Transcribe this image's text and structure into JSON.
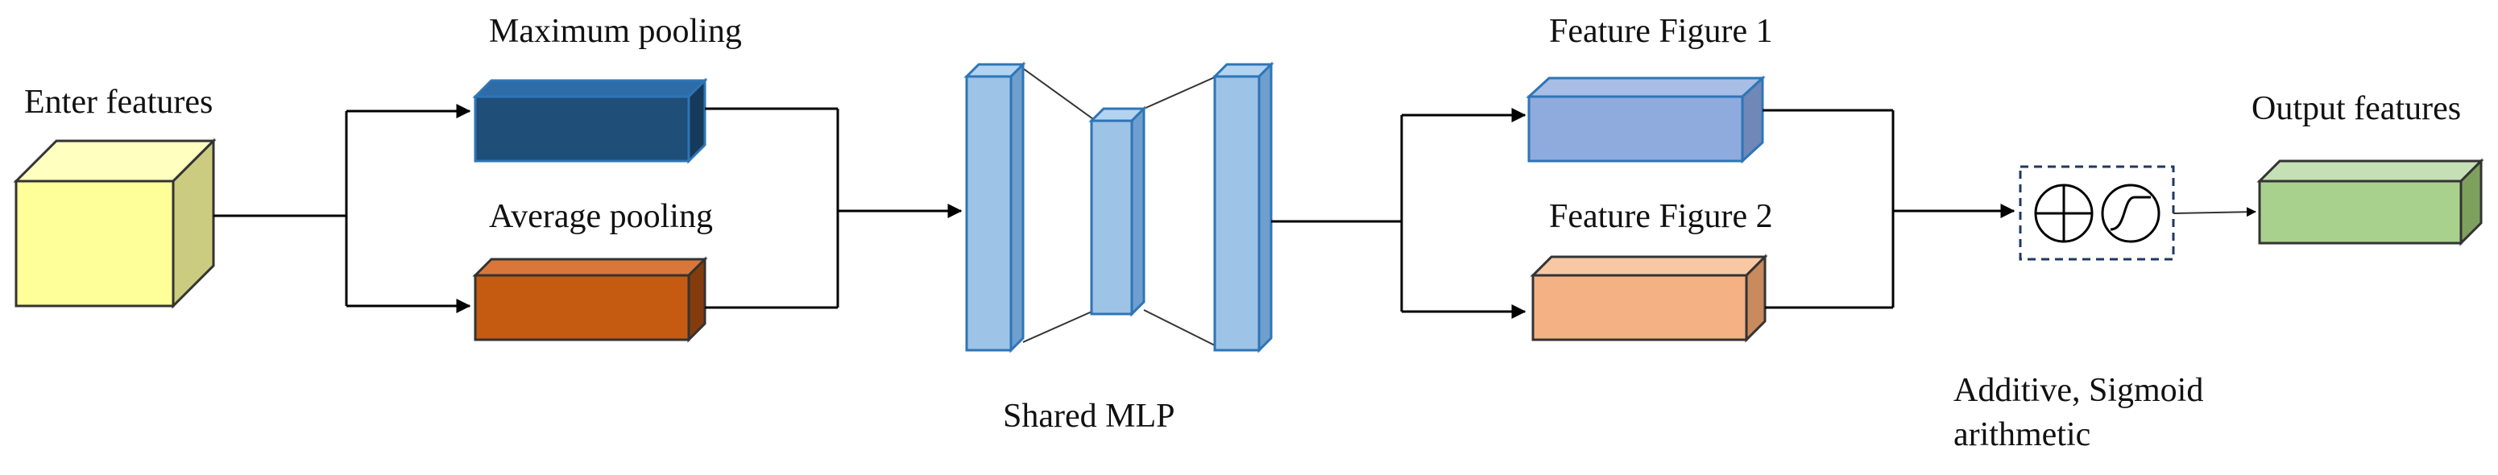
{
  "diagram": {
    "input_label": "Enter features",
    "max_pool_label": "Maximum pooling",
    "avg_pool_label": "Average pooling",
    "mlp_label": "Shared MLP",
    "feature1_label": "Feature Figure 1",
    "feature2_label": "Feature Figure 2",
    "output_label": "Output features",
    "op_label_line1": "Additive, Sigmoid",
    "op_label_line2": "arithmetic"
  },
  "colors": {
    "input": "#ffff99",
    "max_pool": "#1f4e79",
    "avg_pool": "#c55a11",
    "mlp": "#9dc3e6",
    "feature1": "#8faadc",
    "feature2": "#f4b183",
    "output": "#a9d18e"
  }
}
